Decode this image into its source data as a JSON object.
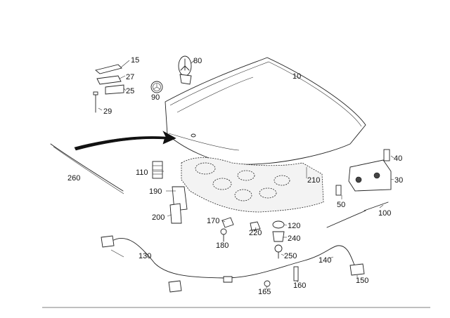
{
  "callouts": {
    "p10": "10",
    "p15": "15",
    "p25": "25",
    "p27": "27",
    "p29": "29",
    "p30": "30",
    "p40": "40",
    "p50": "50",
    "p80": "80",
    "p90": "90",
    "p100": "100",
    "p110": "110",
    "p120": "120",
    "p130": "130",
    "p140": "140",
    "p150": "150",
    "p160": "160",
    "p165": "165",
    "p170": "170",
    "p180": "180",
    "p190": "190",
    "p200": "200",
    "p210": "210",
    "p220": "220",
    "p240": "240",
    "p250": "250",
    "p260": "260"
  }
}
